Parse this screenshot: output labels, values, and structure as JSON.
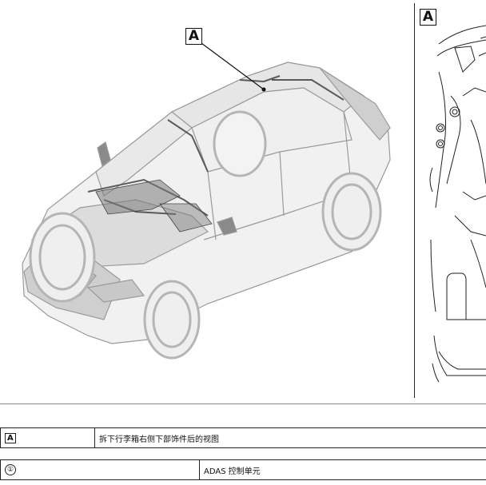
{
  "figure": {
    "callout_main": "A",
    "callout_detail": "A"
  },
  "legend": [
    {
      "key": "A",
      "description": "拆下行李箱右侧下部饰件后的视图"
    },
    {
      "key": "①",
      "description": "ADAS 控制单元"
    }
  ]
}
